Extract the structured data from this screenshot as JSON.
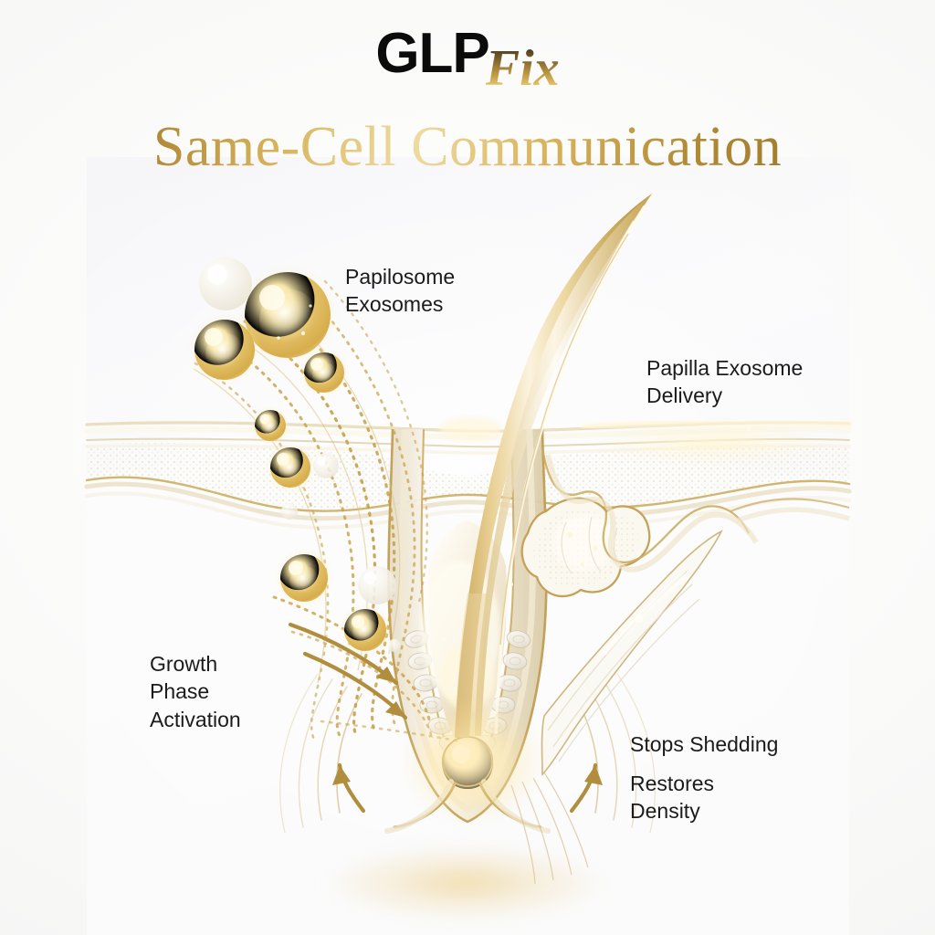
{
  "brand": {
    "primary": "GLP",
    "secondary": "Fix",
    "primary_color": "#0b0b0b",
    "secondary_color": "#c9a44d"
  },
  "headline": {
    "text": "Same-Cell Communication",
    "color": "#c2a154"
  },
  "labels": {
    "papilosome_exosomes": "Papilosome\nExosomes",
    "papilla_exosome_delivery": "Papilla Exosome\nDelivery",
    "growth_phase_activation": "Growth\nPhase\nActivation",
    "stops_shedding": "Stops Shedding",
    "restores_density": "Restores\nDensity",
    "text_color": "#1b1b1b"
  },
  "illustration": {
    "subject": "hair-follicle-cross-section",
    "parts": [
      "hair-shaft",
      "skin-surface",
      "epidermis",
      "dermis",
      "follicle-sheath",
      "sebaceous-gland",
      "arrector-pili-muscle",
      "hair-bulb",
      "dermal-papilla",
      "exosome-spheres",
      "dotted-delivery-trails",
      "gold-arrows"
    ],
    "palette": {
      "gold_dark": "#9a7a33",
      "gold_mid": "#c9a44d",
      "gold_light": "#efd99c",
      "gold_pale": "#f7ecd2",
      "cream": "#f3efe6",
      "panel_bg": "#f6f6f9",
      "page_bg": "#fbfbfa"
    },
    "exosome_count": 11,
    "arrow_count": 4
  }
}
